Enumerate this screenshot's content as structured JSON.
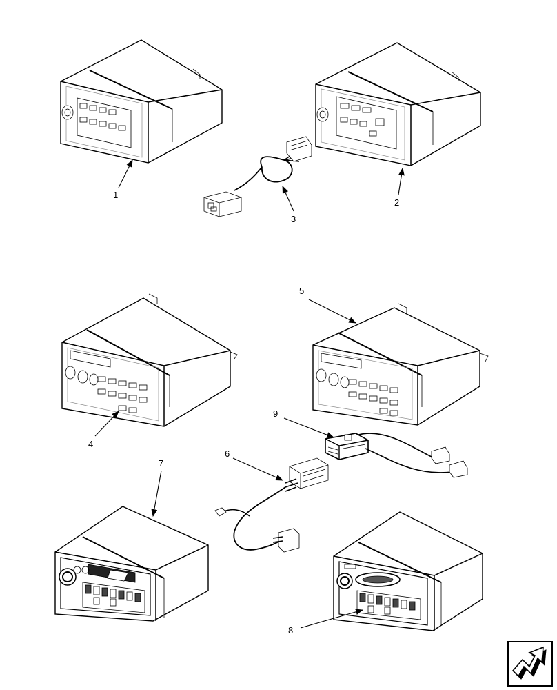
{
  "callouts": [
    {
      "id": "1",
      "text": "1"
    },
    {
      "id": "2",
      "text": "2"
    },
    {
      "id": "3",
      "text": "3"
    },
    {
      "id": "4",
      "text": "4"
    },
    {
      "id": "5",
      "text": "5"
    },
    {
      "id": "6",
      "text": "6"
    },
    {
      "id": "7",
      "text": "7"
    },
    {
      "id": "8",
      "text": "8"
    },
    {
      "id": "9",
      "text": "9"
    }
  ],
  "nav_icon": "turn-arrow-icon"
}
